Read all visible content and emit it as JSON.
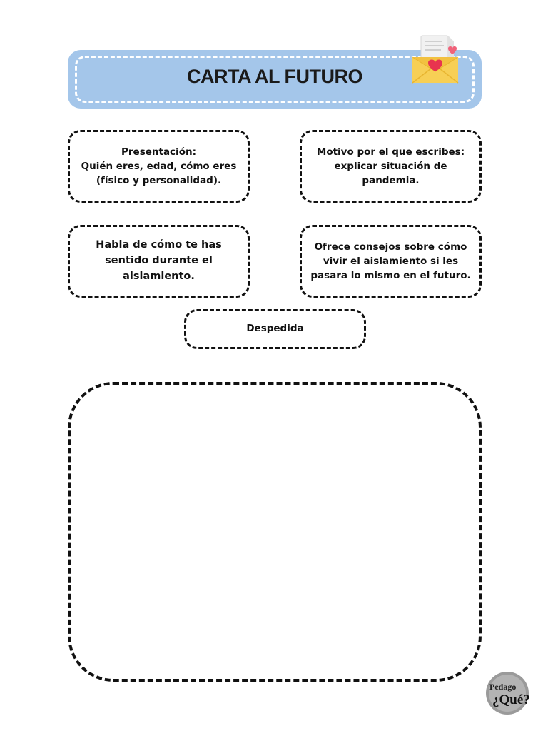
{
  "header": {
    "title": "CARTA AL FUTURO",
    "icon": "envelope-with-hearts-icon",
    "banner_color": "#a4c6ea"
  },
  "sections": {
    "presentacion": "Presentación:\nQuién eres, edad, cómo eres\n(físico y personalidad).",
    "motivo": "Motivo por el que escribes:\nexplicar situación de\npandemia.",
    "habla": "Habla de cómo te has\nsentido durante el\naislamiento.",
    "consejos": "Ofrece consejos sobre cómo\nvivir el aislamiento si les\npasara lo mismo en el futuro.",
    "despedida": "Despedida"
  },
  "logo": {
    "line1": "Pedago",
    "line2": "¿Qué?"
  }
}
